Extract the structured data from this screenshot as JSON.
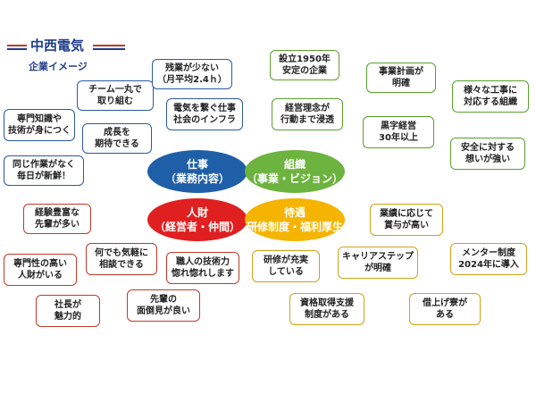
{
  "header": {
    "title": "中西電気",
    "subtitle": "企業イメージ",
    "line_color_red": "#c0392b",
    "line_color_blue": "#1f3d8a"
  },
  "categories": [
    {
      "id": "work",
      "label": "仕事\n（業務内容）",
      "color": "#1f5fa8"
    },
    {
      "id": "org",
      "label": "組織\n（事業・ビジョン）",
      "color": "#6cb33f"
    },
    {
      "id": "people",
      "label": "人財\n（経営者・仲間）",
      "color": "#e02020"
    },
    {
      "id": "benefits",
      "label": "待遇\n研修制度・福利厚生",
      "color": "#f5b400"
    }
  ],
  "items": {
    "work": [
      {
        "text": "チーム一丸で\n取り組む"
      },
      {
        "text": "残業が少ない\n（月平均2.4ｈ）"
      },
      {
        "text": "専門知識や\n技術が身につく"
      },
      {
        "text": "成長を\n期待できる"
      },
      {
        "text": "電気を繋ぐ仕事\n社会のインフラ"
      },
      {
        "text": "同じ作業がなく\n毎日が新鮮！"
      }
    ],
    "org": [
      {
        "text": "設立1950年\n安定の企業"
      },
      {
        "text": "事業計画が\n明確"
      },
      {
        "text": "様々な工事に\n対応する組織"
      },
      {
        "text": "経営理念が\n行動まで浸透"
      },
      {
        "text": "黒字経営\n30年以上"
      },
      {
        "text": "安全に対する\n想いが強い"
      }
    ],
    "people": [
      {
        "text": "経験豊富な\n先輩が多い"
      },
      {
        "text": "何でも気軽に\n相談できる"
      },
      {
        "text": "職人の技術力\n惚れ惚れします"
      },
      {
        "text": "専門性の高い\n人財がいる"
      },
      {
        "text": "社長が\n魅力的"
      },
      {
        "text": "先輩の\n面倒見が良い"
      }
    ],
    "benefits": [
      {
        "text": "業績に応じて\n賞与が高い"
      },
      {
        "text": "研修が充実\nしている"
      },
      {
        "text": "キャリアステップ\nが明確"
      },
      {
        "text": "メンター制度\n2024年に導入"
      },
      {
        "text": "資格取得支援\n制度がある"
      },
      {
        "text": "借上げ寮が\nある"
      }
    ]
  }
}
